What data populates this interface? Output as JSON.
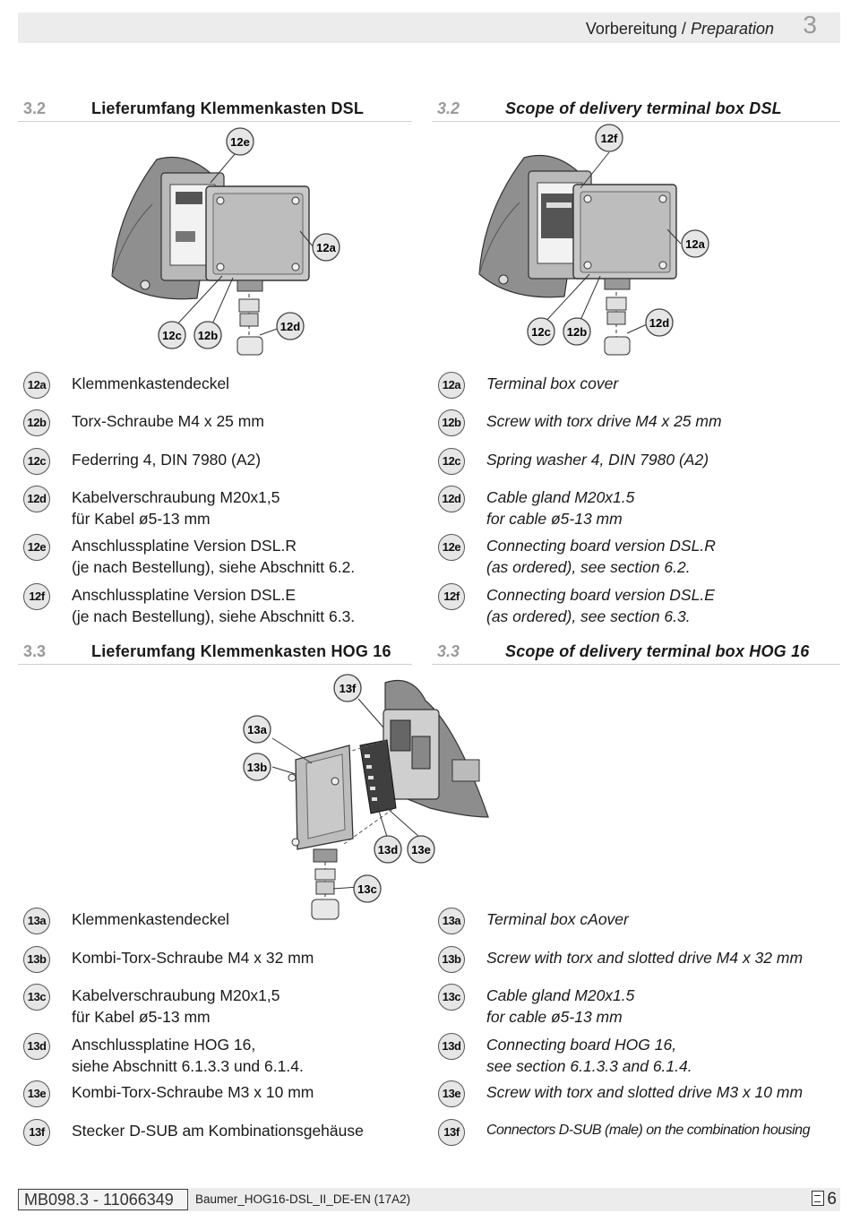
{
  "header": {
    "title_de": "Vorbereitung",
    "separator": " / ",
    "title_en": "Preparation",
    "chapter": "3"
  },
  "sections": {
    "s32_de": {
      "num": "3.2",
      "title": "Lieferumfang Klemmenkasten DSL"
    },
    "s32_en": {
      "num": "3.2",
      "title": "Scope of delivery terminal box DSL"
    },
    "s33_de": {
      "num": "3.3",
      "title": "Lieferumfang Klemmenkasten HOG 16"
    },
    "s33_en": {
      "num": "3.3",
      "title": "Scope of delivery terminal box HOG 16"
    }
  },
  "figures": {
    "dsl_de": {
      "labels": [
        "12e",
        "12a",
        "12c",
        "12b",
        "12d"
      ]
    },
    "dsl_en": {
      "labels": [
        "12f",
        "12a",
        "12c",
        "12b",
        "12d"
      ]
    },
    "hog": {
      "labels": [
        "13f",
        "13a",
        "13b",
        "13d",
        "13e",
        "13c"
      ]
    }
  },
  "dsl_items_de": [
    {
      "id": "12a",
      "line1": "Klemmenkastendeckel",
      "line2": ""
    },
    {
      "id": "12b",
      "line1": "Torx-Schraube M4 x 25 mm",
      "line2": ""
    },
    {
      "id": "12c",
      "line1": "Federring 4, DIN 7980 (A2)",
      "line2": ""
    },
    {
      "id": "12d",
      "line1": "Kabelverschraubung M20x1,5",
      "line2": "für Kabel ø5-13 mm"
    },
    {
      "id": "12e",
      "line1": "Anschlussplatine Version DSL.R",
      "line2": "(je nach Bestellung), siehe Abschnitt 6.2."
    },
    {
      "id": "12f",
      "line1": "Anschlussplatine Version DSL.E",
      "line2": "(je nach Bestellung), siehe Abschnitt 6.3."
    }
  ],
  "dsl_items_en": [
    {
      "id": "12a",
      "line1": "Terminal box cover",
      "line2": ""
    },
    {
      "id": "12b",
      "line1": "Screw with torx drive M4 x 25 mm",
      "line2": ""
    },
    {
      "id": "12c",
      "line1": "Spring washer 4, DIN 7980 (A2)",
      "line2": ""
    },
    {
      "id": "12d",
      "line1": "Cable gland M20x1.5",
      "line2": "for cable ø5-13 mm"
    },
    {
      "id": "12e",
      "line1": "Connecting board version DSL.R",
      "line2": "(as ordered), see section 6.2."
    },
    {
      "id": "12f",
      "line1": "Connecting board version DSL.E",
      "line2": "(as ordered), see section 6.3."
    }
  ],
  "hog_items_de": [
    {
      "id": "13a",
      "line1": "Klemmenkastendeckel",
      "line2": ""
    },
    {
      "id": "13b",
      "line1": "Kombi-Torx-Schraube M4 x 32 mm",
      "line2": ""
    },
    {
      "id": "13c",
      "line1": "Kabelverschraubung M20x1,5",
      "line2": "für Kabel ø5-13 mm"
    },
    {
      "id": "13d",
      "line1": "Anschlussplatine HOG 16,",
      "line2": "siehe Abschnitt 6.1.3.3 und 6.1.4."
    },
    {
      "id": "13e",
      "line1": "Kombi-Torx-Schraube M3 x 10 mm",
      "line2": ""
    },
    {
      "id": "13f",
      "line1": "Stecker D-SUB am Kombinationsgehäuse",
      "line2": ""
    }
  ],
  "hog_items_en": [
    {
      "id": "13a",
      "line1": "Terminal box cAover",
      "line2": ""
    },
    {
      "id": "13b",
      "line1": "Screw with torx and slotted drive M4 x 32 mm",
      "line2": ""
    },
    {
      "id": "13c",
      "line1": "Cable gland M20x1.5",
      "line2": "for cable ø5-13 mm"
    },
    {
      "id": "13d",
      "line1": "Connecting board HOG 16,",
      "line2": "see section 6.1.3.3 and 6.1.4."
    },
    {
      "id": "13e",
      "line1": "Screw with torx and slotted drive M3 x 10 mm",
      "line2": ""
    },
    {
      "id": "13f",
      "line1": "Connectors D-SUB (male) on the combination housing",
      "line2": ""
    }
  ],
  "footer": {
    "doc_id": "MB098.3 - 11066349",
    "doc_name": "Baumer_HOG16-DSL_II_DE-EN (17A2)",
    "page": "6",
    "page_icon": "document-icon"
  }
}
